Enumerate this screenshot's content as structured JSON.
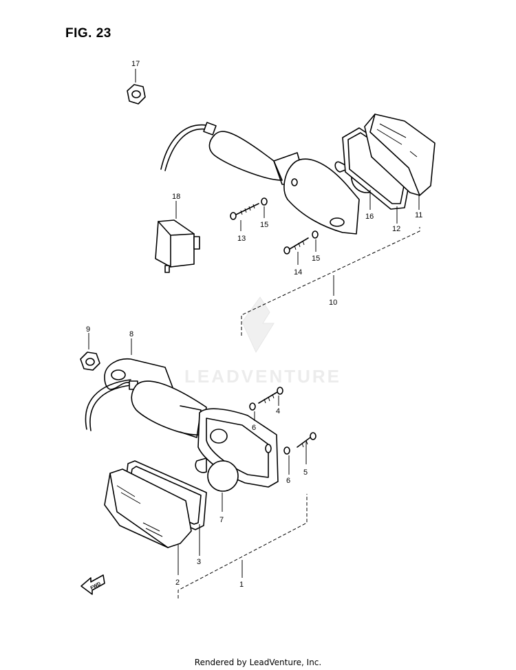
{
  "figure": {
    "title": "FIG. 23"
  },
  "watermark": {
    "brand": "LEADVENTURE"
  },
  "fwd_icon": "FWD",
  "footer": {
    "text": "Rendered by LeadVenture, Inc."
  },
  "parts": [
    {
      "number": "1",
      "name": "turn-signal-assembly-rear"
    },
    {
      "number": "2",
      "name": "lens"
    },
    {
      "number": "3",
      "name": "lens-gasket"
    },
    {
      "number": "4",
      "name": "screw"
    },
    {
      "number": "5",
      "name": "screw"
    },
    {
      "number": "6",
      "name": "washer"
    },
    {
      "number": "7",
      "name": "bulb"
    },
    {
      "number": "8",
      "name": "bracket"
    },
    {
      "number": "9",
      "name": "nut"
    },
    {
      "number": "10",
      "name": "turn-signal-assembly-front"
    },
    {
      "number": "11",
      "name": "lens"
    },
    {
      "number": "12",
      "name": "lens-gasket"
    },
    {
      "number": "13",
      "name": "screw"
    },
    {
      "number": "14",
      "name": "screw"
    },
    {
      "number": "15",
      "name": "washer"
    },
    {
      "number": "16",
      "name": "bulb"
    },
    {
      "number": "17",
      "name": "nut"
    },
    {
      "number": "18",
      "name": "relay"
    }
  ]
}
